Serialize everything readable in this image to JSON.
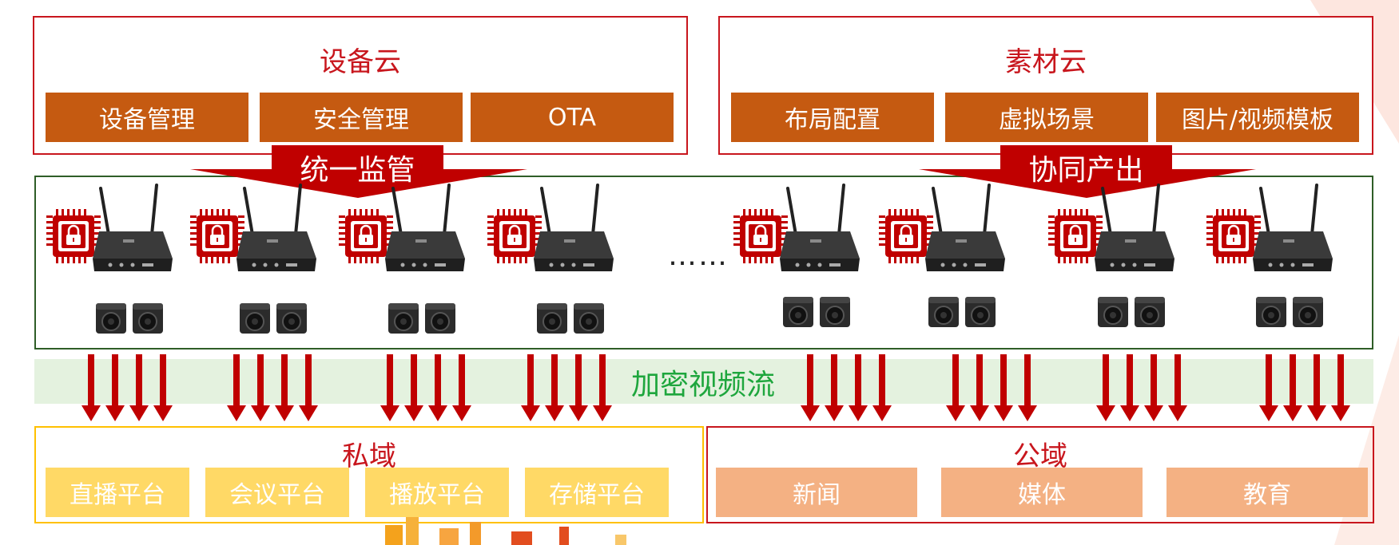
{
  "device_cloud": {
    "title": "设备云",
    "items": [
      "设备管理",
      "安全管理",
      "OTA"
    ]
  },
  "material_cloud": {
    "title": "素材云",
    "items": [
      "布局配置",
      "虚拟场景",
      "图片/视频模板"
    ]
  },
  "arrows": {
    "left_label": "统一监管",
    "right_label": "协同产出"
  },
  "devices": {
    "ellipsis": "……",
    "device_count_left": 4,
    "device_count_right": 4
  },
  "stream": {
    "label": "加密视频流"
  },
  "private_domain": {
    "title": "私域",
    "items": [
      "直播平台",
      "会议平台",
      "播放平台",
      "存储平台"
    ]
  },
  "public_domain": {
    "title": "公域",
    "items": [
      "新闻",
      "媒体",
      "教育"
    ]
  },
  "colors": {
    "brand_red": "#c8161d",
    "button_orange": "#c55a11",
    "device_border_green": "#2e5d27",
    "stream_green": "#1ea63d",
    "private_yellow": "#ffd966",
    "public_salmon": "#f4b183"
  }
}
